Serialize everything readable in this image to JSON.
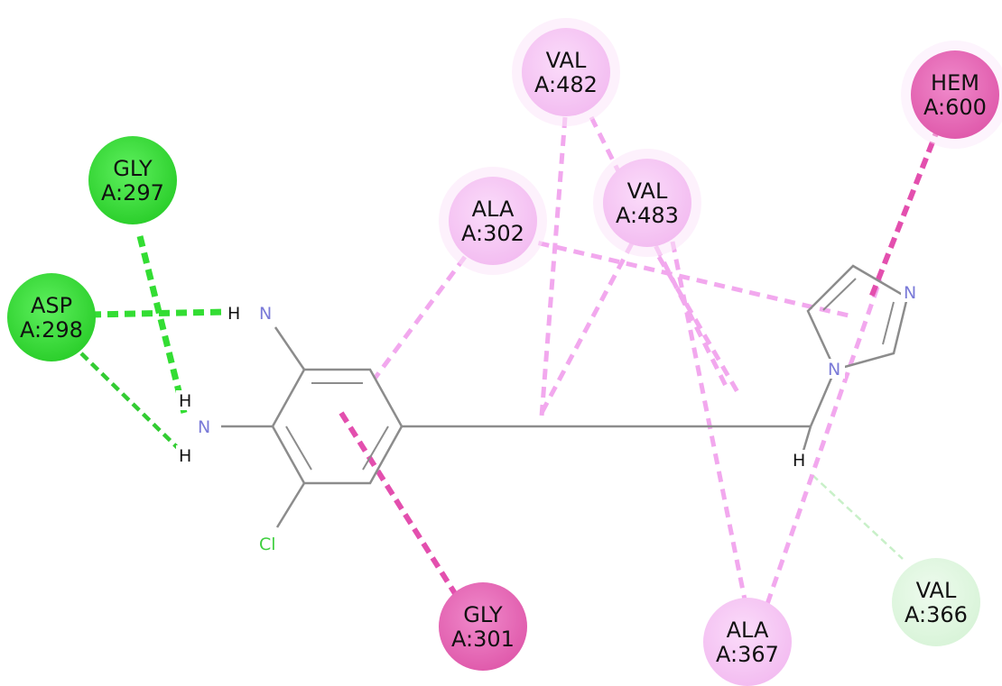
{
  "residues": {
    "gly297": {
      "name": "GLY",
      "id": "A:297",
      "kind": "conventional-hydrogen-bond"
    },
    "asp298": {
      "name": "ASP",
      "id": "A:298",
      "kind": "conventional-hydrogen-bond"
    },
    "ala302": {
      "name": "ALA",
      "id": "A:302",
      "kind": "alkyl-pi-alkyl"
    },
    "val482": {
      "name": "VAL",
      "id": "A:482",
      "kind": "alkyl-pi-alkyl"
    },
    "val483": {
      "name": "VAL",
      "id": "A:483",
      "kind": "alkyl-pi-alkyl"
    },
    "hem600": {
      "name": "HEM",
      "id": "A:600",
      "kind": "pi-alkyl"
    },
    "gly301": {
      "name": "GLY",
      "id": "A:301",
      "kind": "pi-alkyl"
    },
    "ala367": {
      "name": "ALA",
      "id": "A:367",
      "kind": "alkyl-pi-alkyl"
    },
    "val366": {
      "name": "VAL",
      "id": "A:366",
      "kind": "carbon-hydrogen-bond"
    }
  },
  "atoms": {
    "h_amine_top": "H",
    "n_amine_top": "N",
    "h_amine_mid": "H",
    "n_amine_mid": "N",
    "h_amine_bottom": "H",
    "cl": "Cl",
    "n_ring_top": "N",
    "n_ring_bottom": "N",
    "h_ch": "H"
  },
  "colors": {
    "hbond_green": "#33e633",
    "hbond_fill": "#3ddc3d",
    "ch_bond_light": "#c8f0c8",
    "ch_fill": "#e2f7e2",
    "alkyl_pink": "#f2a8ee",
    "alkyl_fill": "#f7c8f5",
    "pi_alkyl_dark": "#e34fae",
    "pi_alkyl_fill": "#e56bb8",
    "bond_gray": "#8c8c8c",
    "nitrogen_blue": "#7a7ad8",
    "chlorine_green": "#3ecf3e"
  }
}
